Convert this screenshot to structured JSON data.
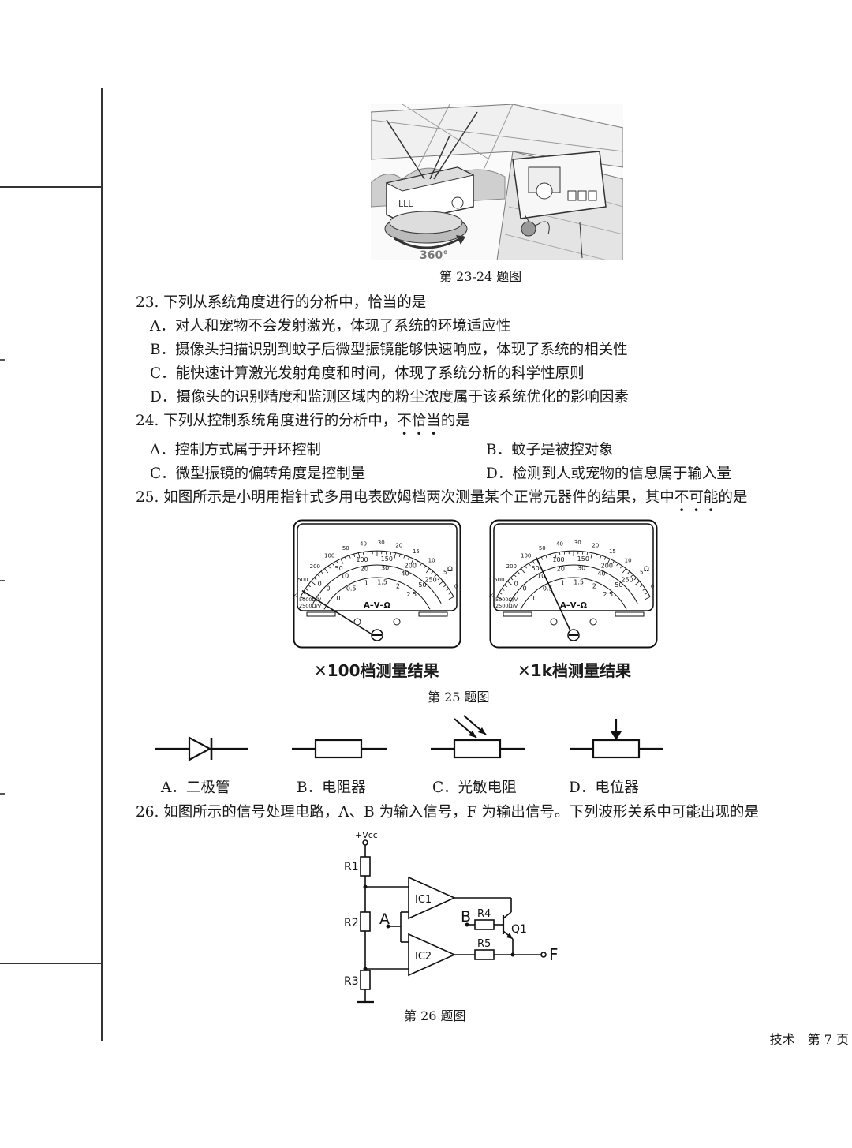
{
  "figure_23_24": {
    "caption": "第 23-24 题图",
    "rotation_label": "360°",
    "body_text": "LLL"
  },
  "q23": {
    "stem": "23. 下列从系统角度进行的分析中，恰当的是",
    "options": [
      "A．对人和宠物不会发射激光，体现了系统的环境适应性",
      "B．摄像头扫描识别到蚊子后微型振镜能够快速响应，体现了系统的相关性",
      "C．能快速计算激光发射角度和时间，体现了系统分析的科学性原则",
      "D．摄像头的识别精度和监测区域内的粉尘浓度属于该系统优化的影响因素"
    ]
  },
  "q24": {
    "stem_prefix": "24. 下列从控制系统角度进行的分析中，",
    "stem_emph": [
      "不",
      "恰",
      "当"
    ],
    "stem_suffix": "的是",
    "options": [
      "A．控制方式属于开环控制",
      "B．蚊子是被控对象",
      "C．微型振镜的偏转角度是控制量",
      "D．检测到人或宠物的信息属于输入量"
    ]
  },
  "q25": {
    "stem_prefix": "25. 如图所示是小明用指针式多用电表欧姆档两次测量某个正常元器件的结果，其中",
    "stem_emph": [
      "不",
      "可",
      "能"
    ],
    "stem_suffix": "的是",
    "meter_left_caption": "✕100档测量结果",
    "meter_right_caption": "✕1k档测量结果",
    "meter_scale": {
      "ohm_top": [
        "1k",
        "500",
        "200",
        "100",
        "50",
        "40",
        "30",
        "20",
        "15",
        "10",
        "5",
        "0"
      ],
      "dc_mid": [
        "0",
        "50",
        "100",
        "150",
        "200",
        "250"
      ],
      "dc_low": [
        "0",
        "10",
        "20",
        "30",
        "40",
        "50"
      ],
      "ac": [
        "0",
        "0.5",
        "1",
        "1.5",
        "2",
        "2.5"
      ],
      "omega": "Ω",
      "spec1": "5000Ω/V",
      "spec2": "2500Ω/V",
      "mode": "A–V–Ω"
    },
    "caption": "第 25 题图",
    "components": [
      "A．二极管",
      "B．电阻器",
      "C．光敏电阻",
      "D．电位器"
    ]
  },
  "q26": {
    "stem": "26. 如图所示的信号处理电路，A、B 为输入信号，F 为输出信号。下列波形关系中可能出现的是",
    "caption": "第 26 题图",
    "labels": {
      "vcc": "+Vcc",
      "r1": "R1",
      "r2": "R2",
      "r3": "R3",
      "r4": "R4",
      "r5": "R5",
      "ic1": "IC1",
      "ic2": "IC2",
      "q1": "Q1",
      "a": "A",
      "b": "B",
      "f": "F"
    }
  },
  "footer": {
    "text": "技术　第 7 页"
  }
}
